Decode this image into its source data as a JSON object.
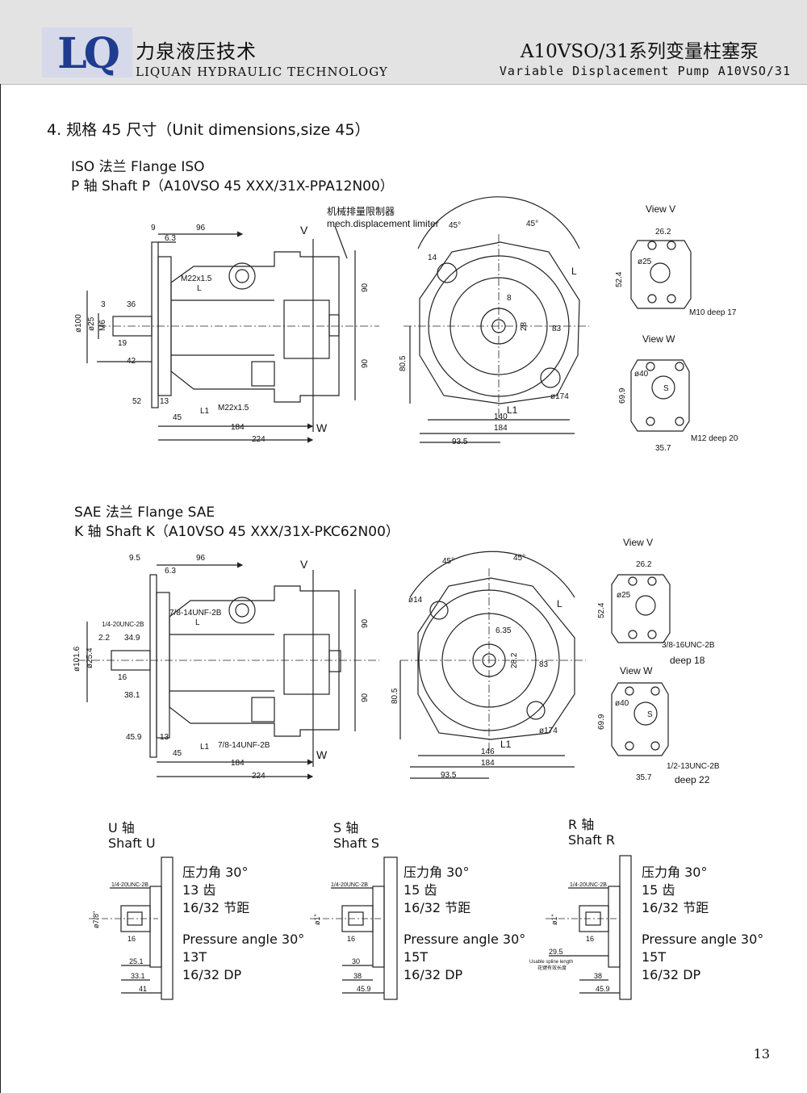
{
  "header": {
    "logo_text": "LQ",
    "brand_cn": "力泉液压技术",
    "brand_en": "LIQUAN HYDRAULIC TECHNOLOGY",
    "title": "A10VSO/31系列变量柱塞泵",
    "subtitle": "Variable Displacement Pump A10VSO/31"
  },
  "section_title": "4. 规格 45 尺寸（Unit dimensions,size 45）",
  "iso": {
    "flange": "ISO 法兰  Flange ISO",
    "shaft": "P 轴  Shaft P（A10VSO 45 XXX/31X-PPA12N00）",
    "limiter_cn": "机械排量限制器",
    "limiter_en": "mech.displacement limiter",
    "view_v": "View V",
    "view_w": "View W",
    "dims": {
      "d9": "9",
      "d96": "96",
      "d63": "6.3",
      "m22a": "M22x1.5",
      "L": "L",
      "d3": "3",
      "d36": "36",
      "d100": "ø100",
      "d25": "ø25",
      "m6": "M6",
      "d19": "19",
      "d42": "42",
      "d52": "52",
      "d13": "13",
      "d45": "45",
      "l1": "L1",
      "m22b": "M22x1.5",
      "d184": "184",
      "d224": "224",
      "V": "V",
      "W": "W",
      "d90a": "90",
      "d90b": "90",
      "d805": "80.5",
      "ang1": "45°",
      "ang2": "45°",
      "d14": "14",
      "d8": "8",
      "d28": "28",
      "d83": "83",
      "d174": "ø174",
      "d140": "140",
      "d184b": "184",
      "d935": "93.5",
      "vv262": "26.2",
      "vv25": "ø25",
      "vv524": "52.4",
      "vvthread": "M10 deep 17",
      "vw40": "ø40",
      "vwS": "S",
      "vw699": "69.9",
      "vw357": "35.7",
      "vwthread": "M12 deep 20"
    }
  },
  "sae": {
    "flange": "SAE 法兰  Flange SAE",
    "shaft": "K 轴  Shaft K（A10VSO 45 XXX/31X-PKC62N00）",
    "view_v": "View V",
    "view_w": "View W",
    "dims": {
      "d95": "9.5",
      "d96": "96",
      "d63": "6.3",
      "unf1": "7/8-14UNF-2B",
      "L": "L",
      "unc": "1/4-20UNC-2B",
      "d22": "2.2",
      "d349": "34.9",
      "d1016": "ø101.6",
      "d254": "ø25.4",
      "d16": "16",
      "d381": "38.1",
      "d459": "45.9",
      "d13": "13",
      "d45": "45",
      "l1": "L1",
      "unf2": "7/8-14UNF-2B",
      "d184": "184",
      "d224": "224",
      "V": "V",
      "W": "W",
      "d90a": "90",
      "d90b": "90",
      "d805": "80.5",
      "ang1": "45°",
      "ang2": "45°",
      "d14": "ø14",
      "d635": "6.35",
      "d282": "28.2",
      "d83": "83",
      "d174": "ø174",
      "d146": "146",
      "d184b": "184",
      "d935": "93.5",
      "vv262": "26.2",
      "vv25": "ø25",
      "vv524": "52.4",
      "vvthread": "3/8-16UNC-2B",
      "vvdeep": "deep 18",
      "vw40": "ø40",
      "vwS": "S",
      "vw699": "69.9",
      "vw357": "35.7",
      "vwthread": "1/2-13UNC-2B",
      "vwdeep": "deep 22"
    }
  },
  "shafts": [
    {
      "title_cn": "U 轴",
      "title_en": "Shaft U",
      "spec_cn": "压力角 30°\n13 齿\n16/32 节距",
      "spec_en": "Pressure angle 30°\n13T\n16/32 DP",
      "thread": "1/4-20UNC-2B",
      "dia": "ø7/8\"",
      "d1": "16",
      "d2": "25.1",
      "d3": "33.1",
      "d4": "41"
    },
    {
      "title_cn": "S 轴",
      "title_en": "Shaft S",
      "spec_cn": "压力角 30°\n15 齿\n16/32 节距",
      "spec_en": "Pressure angle 30°\n15T\n16/32 DP",
      "thread": "1/4-20UNC-2B",
      "dia": "ø1\"",
      "d1": "16",
      "d2": "30",
      "d3": "38",
      "d4": "45.9"
    },
    {
      "title_cn": "R 轴",
      "title_en": "Shaft R",
      "spec_cn": "压力角 30°\n15 齿\n16/32 节距",
      "spec_en": "Pressure angle 30°\n15T\n16/32 DP",
      "thread": "1/4-20UNC-2B",
      "dia": "ø1\"",
      "d1": "16",
      "d2": "29.5",
      "d3": "38",
      "d4": "45.9",
      "note_en": "Usable spline length",
      "note_cn": "花键有效长度"
    }
  ],
  "page_number": "13"
}
